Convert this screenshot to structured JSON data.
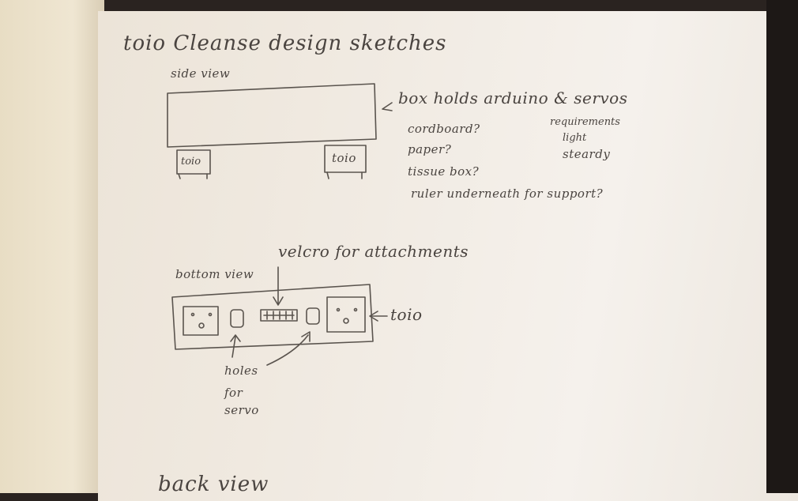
{
  "notebook": {
    "title": "toio Cleanse design sketches",
    "side_view": {
      "label": "side view",
      "left_wheel": "toio",
      "right_wheel": "toio",
      "box_note": "box holds arduino & servos",
      "material_options": [
        "cordboard?",
        "paper?",
        "tissue box?"
      ],
      "requirements_heading": "requirements",
      "requirements": [
        "light",
        "steardy"
      ],
      "support_note": "ruler underneath for support?"
    },
    "bottom_view": {
      "label": "bottom view",
      "velcro_note": "velcro for attachments",
      "toio_note": "toio",
      "holes_note": [
        "holes",
        "for",
        "servo"
      ]
    },
    "back_view": {
      "label": "back view"
    }
  }
}
